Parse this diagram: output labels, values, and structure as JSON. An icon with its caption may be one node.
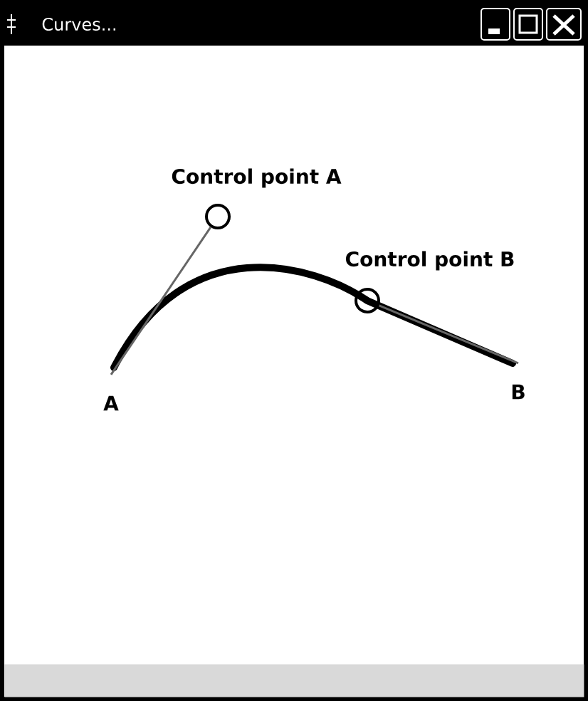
{
  "diagram": {
    "title": "Curves...",
    "nodes": [
      {
        "text": [],
        "shape": "circle",
        "beside": [
          "Control point A"
        ]
      },
      {
        "text": [],
        "shape": "circle",
        "beside": [
          "Control point B"
        ]
      },
      {
        "text": [
          "A"
        ]
      },
      {
        "text": [
          "B"
        ]
      },
      {
        "text": [],
        "shape": "bar"
      }
    ],
    "edges": [
      {
        "from": 2,
        "to": 0,
        "arrow": "none"
      },
      {
        "from": 1,
        "to": 3,
        "arrow": "none"
      }
    ]
  }
}
